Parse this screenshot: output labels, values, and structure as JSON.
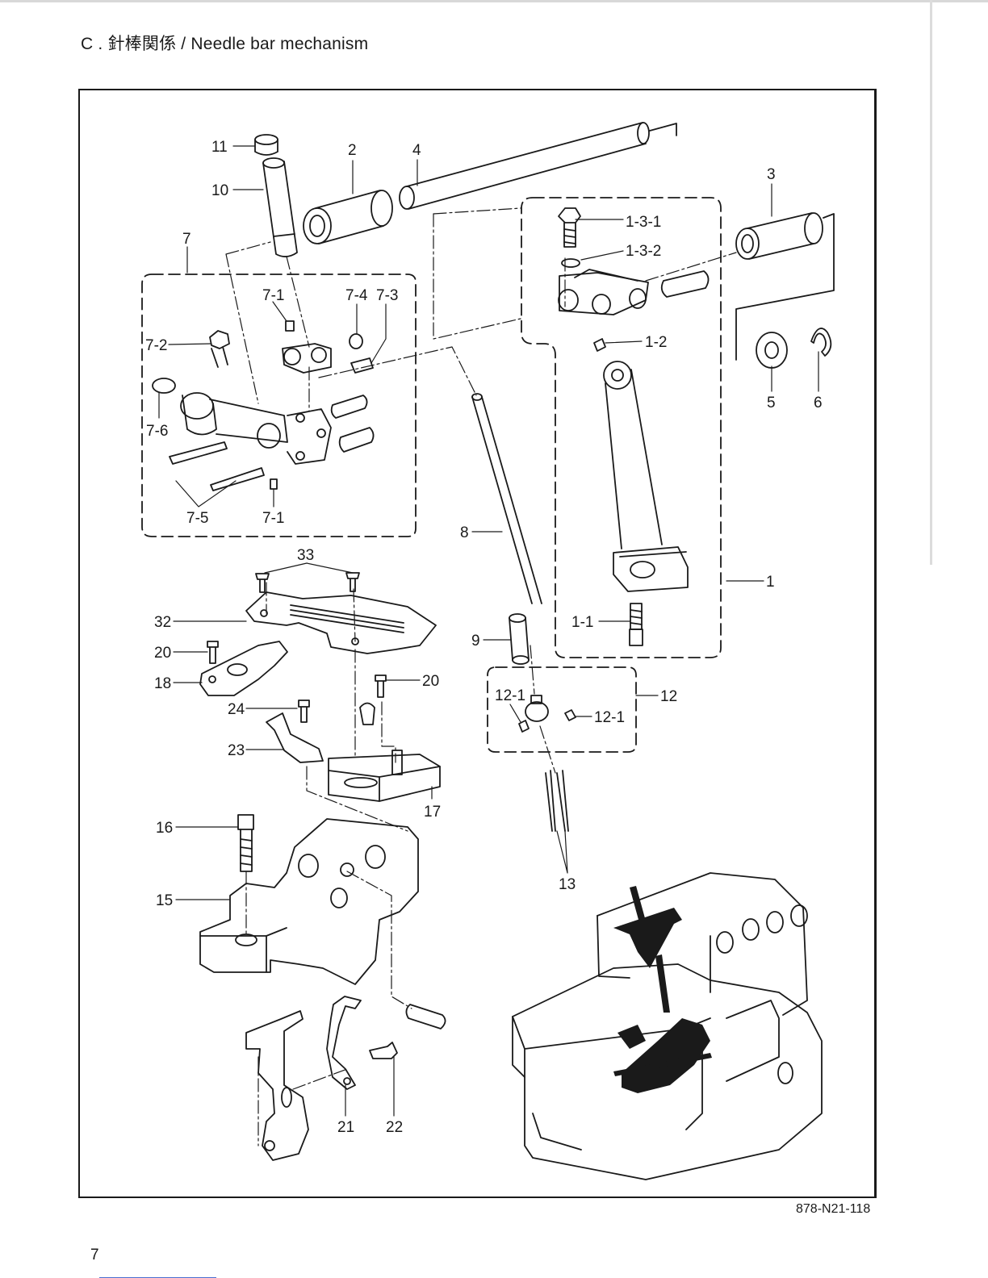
{
  "page": {
    "title": "C . 針棒関係 / Needle bar mechanism",
    "document_code": "878-N21-118",
    "page_number": "7"
  },
  "callouts": {
    "c1": "1",
    "c1_1": "1-1",
    "c1_2": "1-2",
    "c1_3_1": "1-3-1",
    "c1_3_2": "1-3-2",
    "c2": "2",
    "c3": "3",
    "c4": "4",
    "c5": "5",
    "c6": "6",
    "c7": "7",
    "c7_1a": "7-1",
    "c7_1b": "7-1",
    "c7_2": "7-2",
    "c7_3": "7-3",
    "c7_4": "7-4",
    "c7_5": "7-5",
    "c7_6": "7-6",
    "c8": "8",
    "c9": "9",
    "c10": "10",
    "c11": "11",
    "c12": "12",
    "c12_1a": "12-1",
    "c12_1b": "12-1",
    "c13": "13",
    "c15": "15",
    "c16": "16",
    "c17": "17",
    "c18": "18",
    "c20a": "20",
    "c20b": "20",
    "c21": "21",
    "c22": "22",
    "c23": "23",
    "c24": "24",
    "c32": "32",
    "c33": "33"
  },
  "colors": {
    "ink": "#1a1a1a",
    "paper": "#ffffff"
  }
}
